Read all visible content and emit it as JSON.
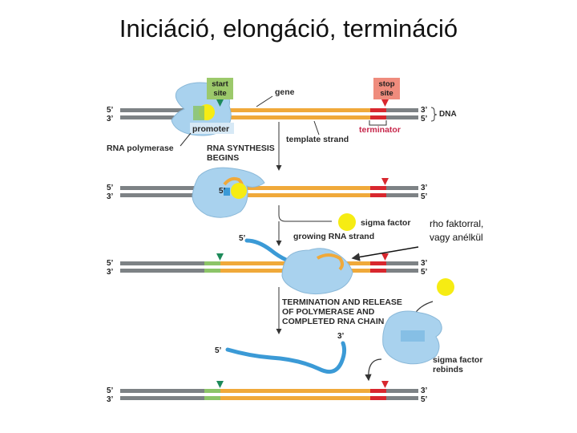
{
  "title": "Iniciáció, elongáció, termináció",
  "note": {
    "line1": "rho faktorral,",
    "line2": "vagy anélkül"
  },
  "labels": {
    "start_line1": "start",
    "start_line2": "site",
    "stop_line1": "stop",
    "stop_line2": "site",
    "gene": "gene",
    "dna": "DNA",
    "promoter": "promoter",
    "terminator": "terminator",
    "template_strand": "template strand",
    "rna_polymerase": "RNA polymerase",
    "synthesis_line1": "RNA SYNTHESIS",
    "synthesis_line2": "BEGINS",
    "sigma_factor": "sigma factor",
    "growing_rna": "growing RNA strand",
    "term_line1": "TERMINATION AND RELEASE",
    "term_line2": "OF POLYMERASE AND",
    "term_line3": "COMPLETED RNA CHAIN",
    "rebinds_line1": "sigma factor",
    "rebinds_line2": "rebinds",
    "five_prime": "5’",
    "three_prime": "3’"
  },
  "colors": {
    "dna_gray": "#7d8285",
    "gene_orange": "#f0a93a",
    "promoter_green": "#8cc468",
    "terminator_red": "#d8272e",
    "polymerase_blue": "#a9d2ee",
    "rna_blue": "#3b9ad6",
    "sigma_yellow": "#f6ec13",
    "start_box": "#9cc96b",
    "stop_box": "#ef8c7d",
    "terminator_text": "#c7274b"
  }
}
